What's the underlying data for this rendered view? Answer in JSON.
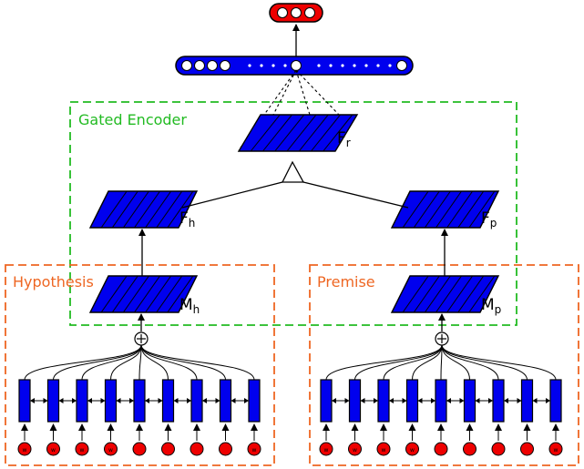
{
  "colors": {
    "blue": "#0000ee",
    "red": "#ee0000",
    "green": "#22bb22",
    "orange": "#ee6622",
    "stroke": "#000000"
  },
  "labels": {
    "gated_encoder": "Gated Encoder",
    "hypothesis": "Hypothesis",
    "premise": "Premise",
    "fr_main": "F",
    "fr_sub": "r",
    "fh_main": "F",
    "fh_sub": "h",
    "fp_main": "F",
    "fp_sub": "p",
    "mh_main": "M",
    "mh_sub": "h",
    "mp_main": "M",
    "mp_sub": "p"
  },
  "token_glyphs": [
    "w",
    "w",
    "w",
    "w",
    "",
    "",
    "",
    "",
    "w"
  ],
  "combine_symbol": "+"
}
